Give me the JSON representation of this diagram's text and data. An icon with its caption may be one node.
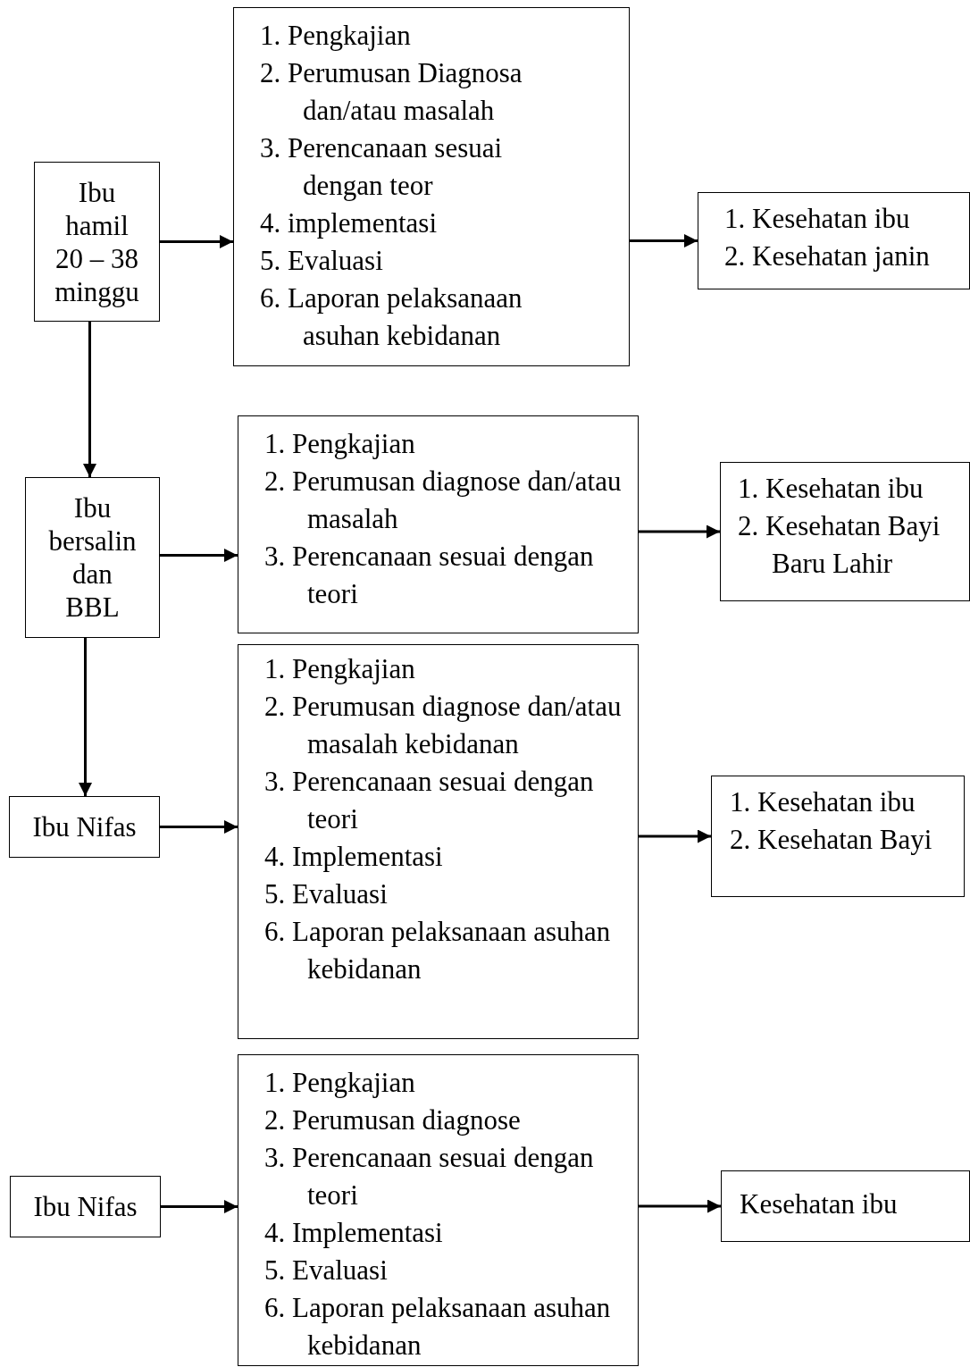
{
  "diagram": {
    "nodes": [
      {
        "text": [
          "Ibu hamil 20 – 38 minggu"
        ]
      },
      {
        "text": [
          "1. Pengkajian",
          "2. Perumusan Diagnosa dan/atau masalah",
          "3. Perencanaan sesuai dengan teor",
          "4. implementasi",
          "5. Evaluasi",
          "6. Laporan pelaksanaan asuhan kebidanan"
        ]
      },
      {
        "text": [
          "1. Kesehatan ibu",
          "2. Kesehatan janin"
        ]
      },
      {
        "text": [
          "Ibu bersalin dan BBL"
        ]
      },
      {
        "text": [
          "1. Pengkajian",
          "2. Perumusan diagnose dan/atau masalah",
          "3. Perencanaan sesuai dengan teori"
        ]
      },
      {
        "text": [
          "1. Kesehatan ibu",
          "2. Kesehatan Bayi Baru Lahir"
        ]
      },
      {
        "text": [
          "Ibu Nifas"
        ]
      },
      {
        "text": [
          "1. Pengkajian",
          "2. Perumusan diagnose dan/atau masalah kebidanan",
          "3. Perencanaan sesuai dengan teori",
          "4. Implementasi",
          "5. Evaluasi",
          "6. Laporan pelaksanaan asuhan kebidanan"
        ]
      },
      {
        "text": [
          "1. Kesehatan ibu",
          "2. Kesehatan Bayi"
        ]
      },
      {
        "text": [
          "Ibu Nifas"
        ]
      },
      {
        "text": [
          "1. Pengkajian",
          "2. Perumusan diagnose",
          "3. Perencanaan sesuai dengan teori",
          "4. Implementasi",
          "5. Evaluasi",
          "6. Laporan pelaksanaan asuhan kebidanan"
        ]
      },
      {
        "text": [
          "Kesehatan ibu"
        ]
      }
    ],
    "edges": [
      {
        "from": 0,
        "to": 1,
        "arrow": "to"
      },
      {
        "from": 1,
        "to": 2,
        "arrow": "to"
      },
      {
        "from": 0,
        "to": 3,
        "arrow": "to"
      },
      {
        "from": 3,
        "to": 4,
        "arrow": "to"
      },
      {
        "from": 4,
        "to": 5,
        "arrow": "to"
      },
      {
        "from": 3,
        "to": 6,
        "arrow": "to"
      },
      {
        "from": 6,
        "to": 7,
        "arrow": "to"
      },
      {
        "from": 7,
        "to": 8,
        "arrow": "to"
      },
      {
        "from": 9,
        "to": 10,
        "arrow": "to"
      },
      {
        "from": 10,
        "to": 11,
        "arrow": "to"
      }
    ]
  }
}
